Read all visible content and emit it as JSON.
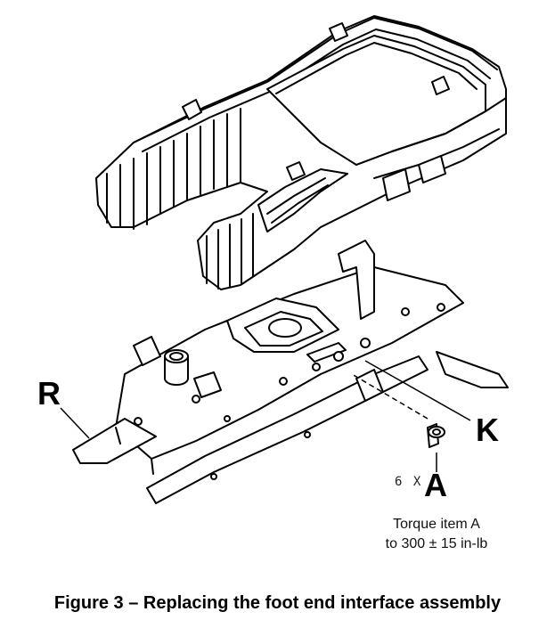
{
  "callouts": {
    "r": "R",
    "k": "K",
    "a": "A",
    "quantity": "6 X"
  },
  "torque_note": {
    "line1": "Torque item A",
    "line2": "to 300 ± 15 in-lb"
  },
  "caption": "Figure 3 – Replacing the foot end interface assembly"
}
